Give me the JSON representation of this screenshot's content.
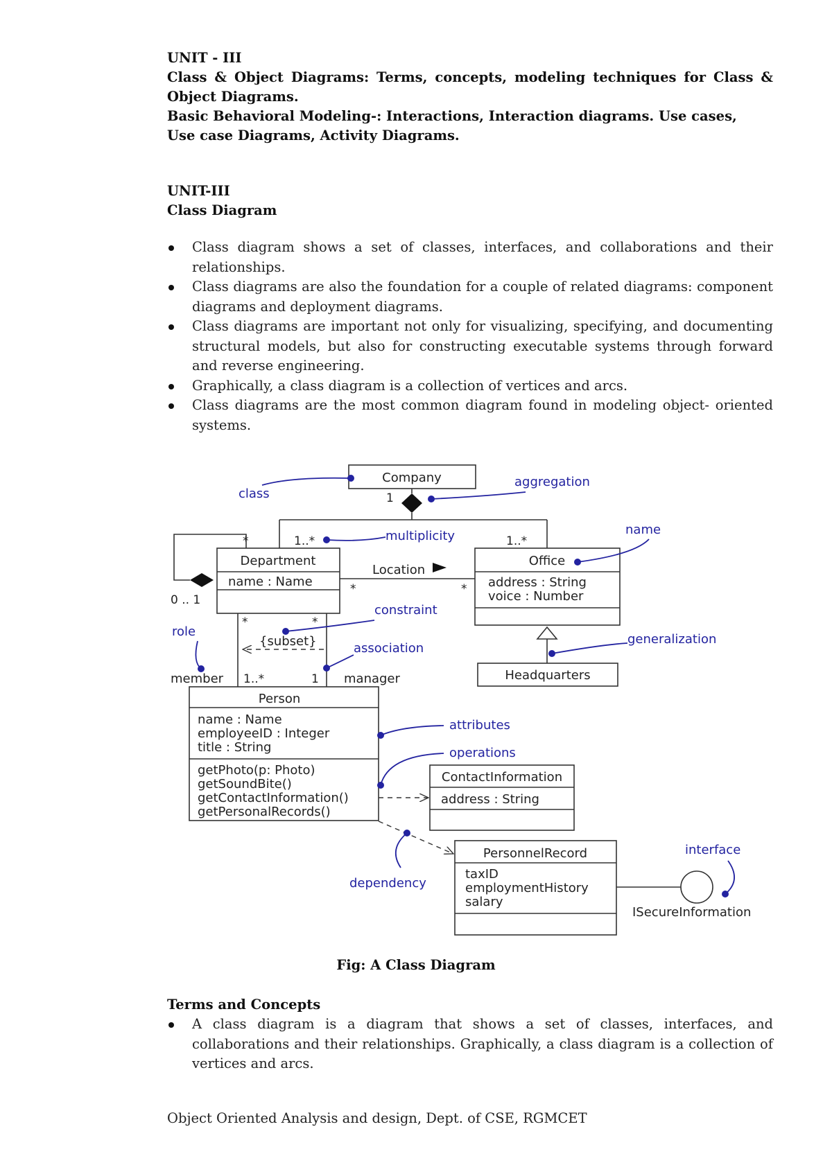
{
  "header": {
    "unit_title": "UNIT - III",
    "syllabus_1": "Class & Object Diagrams: Terms, concepts, modeling techniques for Class & Object Diagrams.",
    "syllabus_2": "Basic Behavioral Modeling-: Interactions, Interaction diagrams. Use cases,",
    "syllabus_3": "Use case Diagrams, Activity Diagrams."
  },
  "section": {
    "unit": "UNIT-III",
    "title": "Class Diagram",
    "bullets": [
      "Class diagram shows a set of classes, interfaces, and collaborations and their relationships.",
      "Class diagrams are also the foundation for a couple of related diagrams: component diagrams and deployment diagrams.",
      "Class diagrams are important not only for visualizing, specifying, and documenting structural models, but also for constructing executable systems through forward and reverse engineering.",
      "Graphically, a class diagram is a collection of vertices and arcs.",
      "Class diagrams are the most common diagram found in modeling object- oriented systems."
    ]
  },
  "diagram": {
    "classes": {
      "company": "Company",
      "department": "Department",
      "department_attr": "name : Name",
      "office": "Office",
      "office_attr_1": "address : String",
      "office_attr_2": "voice : Number",
      "headquarters": "Headquarters",
      "person": "Person",
      "person_attr_1": "name : Name",
      "person_attr_2": "employeeID : Integer",
      "person_attr_3": "title : String",
      "person_op_1": "getPhoto(p: Photo)",
      "person_op_2": "getSoundBite()",
      "person_op_3": "getContactInformation()",
      "person_op_4": "getPersonalRecords()",
      "contact": "ContactInformation",
      "contact_attr": "address : String",
      "personnel": "PersonnelRecord",
      "personnel_attr_1": "taxID",
      "personnel_attr_2": "employmentHistory",
      "personnel_attr_3": "salary",
      "interface_name": "ISecureInformation"
    },
    "multiplicities": {
      "company_one": "1",
      "dept_many": "1..*",
      "office_many": "1..*",
      "self_star": "*",
      "self_range": "0 .. 1",
      "location_left": "*",
      "location_right": "*",
      "subset_left": "*",
      "subset_right": "*",
      "member_mult": "1..*",
      "manager_mult": "1"
    },
    "labels": {
      "location": "Location",
      "subset": "{subset}",
      "member": "member",
      "manager": "manager"
    },
    "annotations": {
      "class": "class",
      "aggregation": "aggregation",
      "multiplicity": "multiplicity",
      "name": "name",
      "constraint": "constraint",
      "role": "role",
      "association": "association",
      "generalization": "generalization",
      "attributes": "attributes",
      "operations": "operations",
      "dependency": "dependency",
      "interface": "interface"
    },
    "annotation_color": "#2323a0"
  },
  "figure_caption": "Fig: A Class Diagram",
  "terms": {
    "title": "Terms and Concepts",
    "bullets": [
      "A class diagram is a diagram that shows a set of classes, interfaces, and collaborations and their relationships. Graphically, a class diagram is a collection of vertices and arcs."
    ]
  },
  "footer": "Object Oriented Analysis and design, Dept. of CSE, RGMCET"
}
